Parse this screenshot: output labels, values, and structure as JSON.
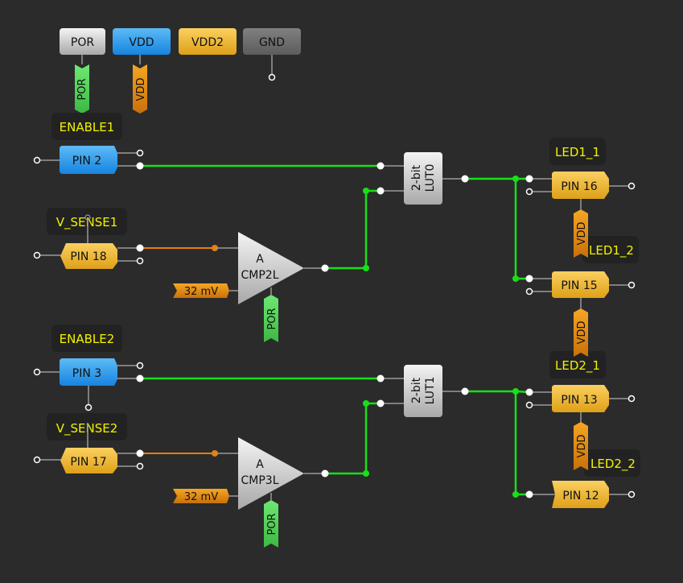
{
  "colors": {
    "background": "#2b2b2b",
    "wire_green": "#17e017",
    "wire_orange": "#e67e10",
    "wire_grey": "#8a8a8a",
    "net_label_text": "#f2f200",
    "blue_block": "#2a9ae8",
    "orange_block": "#eeaa22",
    "grey_block": "#cfcfcf",
    "dark_grey_block": "#6a6a6a",
    "por_flag": "#49c94d",
    "vdd_flag": "#e68a10"
  },
  "power_buttons": [
    {
      "id": "por",
      "label": "POR"
    },
    {
      "id": "vdd",
      "label": "VDD"
    },
    {
      "id": "vdd2",
      "label": "VDD2"
    },
    {
      "id": "gnd",
      "label": "GND"
    }
  ],
  "flags": {
    "por": "POR",
    "vdd": "VDD"
  },
  "net_labels": {
    "enable1": "ENABLE1",
    "v_sense1": "V_SENSE1",
    "enable2": "ENABLE2",
    "v_sense2": "V_SENSE2",
    "led1_1": "LED1_1",
    "led1_2": "LED1_2",
    "led2_1": "LED2_1",
    "led2_2": "LED2_2"
  },
  "pins": {
    "pin2": "PIN 2",
    "pin18": "PIN 18",
    "pin3": "PIN 3",
    "pin17": "PIN 17",
    "pin16": "PIN 16",
    "pin15": "PIN 15",
    "pin13": "PIN 13",
    "pin12": "PIN 12"
  },
  "luts": [
    {
      "line1": "2-bit",
      "line2": "LUT0"
    },
    {
      "line1": "2-bit",
      "line2": "LUT1"
    }
  ],
  "comparators": [
    {
      "line1": "A",
      "line2": "CMP2L",
      "ref": "32 mV"
    },
    {
      "line1": "A",
      "line2": "CMP3L",
      "ref": "32 mV"
    }
  ]
}
